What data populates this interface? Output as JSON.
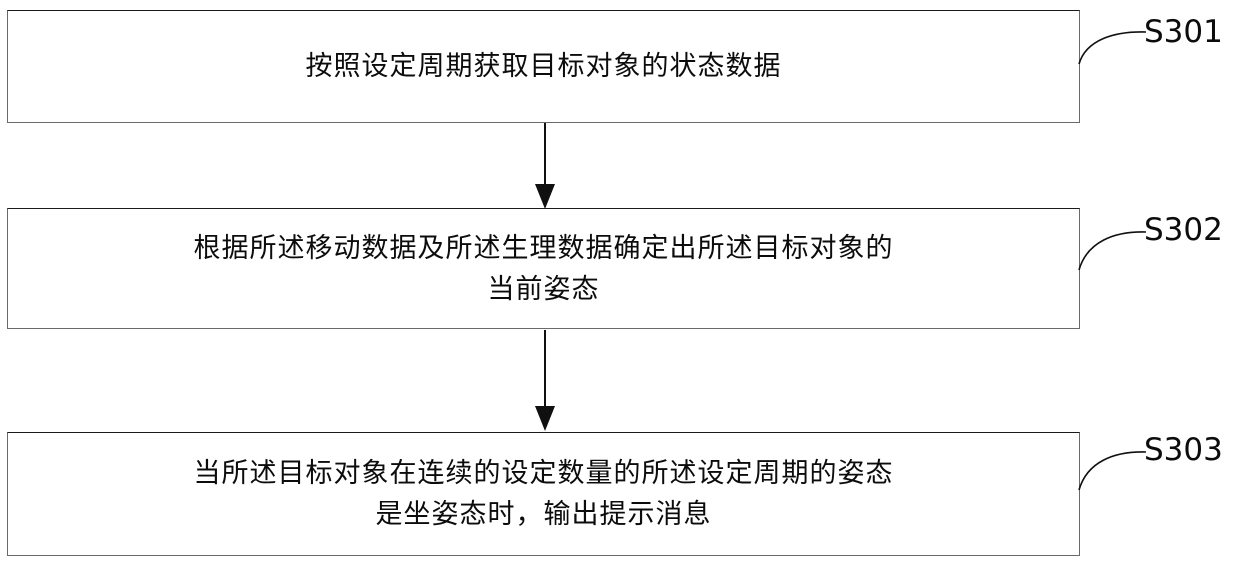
{
  "diagram": {
    "type": "flowchart",
    "orientation": "vertical",
    "title": "",
    "colors": {
      "stroke": "#101010",
      "box_border": "#6a6a6a",
      "text": "#0c0c0c",
      "background": "#ffffff"
    },
    "steps": [
      {
        "id": "S301",
        "label": "S301",
        "lines": [
          "按照设定周期获取目标对象的状态数据"
        ]
      },
      {
        "id": "S302",
        "label": "S302",
        "lines": [
          "根据所述移动数据及所述生理数据确定出所述目标对象的",
          "当前姿态"
        ]
      },
      {
        "id": "S303",
        "label": "S303",
        "lines": [
          "当所述目标对象在连续的设定数量的所述设定周期的姿态",
          "是坐姿态时，输出提示消息"
        ]
      }
    ],
    "connectors": [
      {
        "from": "S301",
        "to": "S302",
        "arrow": "down"
      },
      {
        "from": "S302",
        "to": "S303",
        "arrow": "down"
      }
    ]
  }
}
